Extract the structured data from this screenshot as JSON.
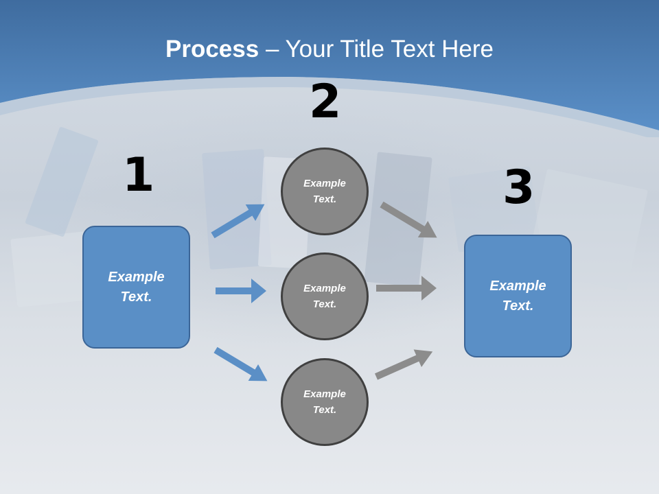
{
  "title": {
    "bold": "Process",
    "rest": " – Your Title Text Here"
  },
  "steps": {
    "step1": {
      "number": "1",
      "text": "Example\nText."
    },
    "step2": {
      "number": "2",
      "circles": [
        {
          "text": "Example\nText."
        },
        {
          "text": "Example\nText."
        },
        {
          "text": "Example\nText."
        }
      ]
    },
    "step3": {
      "number": "3",
      "text": "Example\nText."
    }
  },
  "colors": {
    "header_blue": "#4f80b9",
    "box_fill": "#5a8fc6",
    "box_border": "#3b6597",
    "circle_fill": "#888888",
    "circle_border": "#404040",
    "blue_arrow": "#5b8fc6",
    "gray_arrow": "#8c8c8c"
  }
}
